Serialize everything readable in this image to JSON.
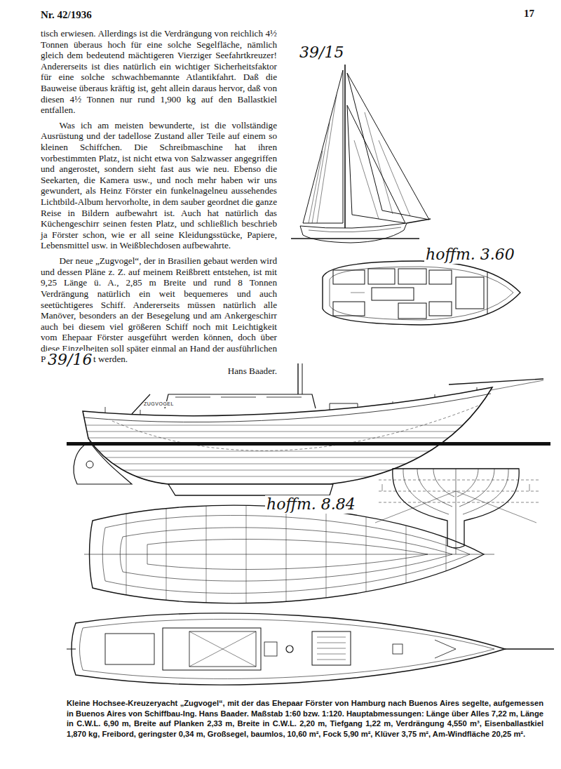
{
  "diagram": {
    "caption": "Kleine Hochsee-Kreuzeryacht „Zugvogel“, mit der das Ehepaar Förster von Hamburg nach Buenos Aires segelte, aufgemessen in Buenos Aires von Schiffbau-Ing. Hans Baader. Maßstab 1:60 bzw. 1:120. Hauptabmessungen: Länge über Alles 7,22 m, Länge in C.W.L. 6,90 m, Breite auf Planken 2,33 m, Breite in C.W.L. 2,20 m, Tiefgang 1,22 m, Verdrängung 4,550 m³, Eisenballastkiel 1,870 kg, Freibord, geringster 0,34 m, Großsegel, baumlos, 10,60 m², Fock 5,90 m², Klüver 3,75 m², Am-Windfläche 20,25 m².",
    "labels": [
      "Nr. 42/1936",
      "17",
      "tisch erwiesen. Allerdings ist die Verdrängung von reichlich 4½ Tonnen überaus hoch für eine solche Segelfläche, nämlich gleich dem bedeutend mächtigeren Vierziger Seefahrtkreuzer! Andererseits ist dies natürlich ein wichtiger Sicherheitsfaktor für eine solche schwachbemannte Atlantikfahrt. Daß die Bauweise überaus kräftig ist, geht allein daraus hervor, daß von diesen 4½ Tonnen nur rund 1,900 kg auf den Ballastkiel entfallen.",
      "Was ich am meisten bewunderte, ist die vollständige Ausrüstung und der tadellose Zustand aller Teile auf einem so kleinen Schiffchen. Die Schreibmaschine hat ihren vorbestimmten Platz, ist nicht etwa von Salzwasser angegriffen und angerostet, sondern sieht fast aus wie neu. Ebenso die Seekarten, die Kamera usw., und noch mehr haben wir uns gewundert, als Heinz Förster ein funkelnagelneu aussehendes Lichtbild-Album hervorholte, in dem sauber geordnet die ganze Reise in Bildern aufbewahrt ist. Auch hat natürlich das Küchengeschirr seinen festen Platz, und schließlich beschrieb ja Förster schon, wie er all seine Kleidungsstücke, Papiere, Lebensmittel usw. in Weißblechdosen aufbewahrte.",
      "Der neue „Zugvogel“, der in Brasilien gebaut werden wird und dessen Pläne z. Z. auf meinem Reißbrett entstehen, ist mit 9,25 Länge ü. A., 2,85 m Breite und rund 8 Tonnen Verdrängung natürlich ein weit bequemeres und auch seetüchtigeres Schiff. Andererseits müssen natürlich alle Manöver, besonders an der Besegelung und am Ankergeschirr auch bei diesem viel größeren Schiff noch mit Leichtigkeit vom Ehepaar Förster ausgeführt werden können, doch über diese Einzelheiten soll später einmal an Hand der ausführlichen Pläne berichtet werden.",
      "Hans Baader.",
      "39/15",
      "hoffm. 3.60",
      "39/16",
      "hoffm. 8.84",
      "ZUGVOGEL"
    ]
  }
}
